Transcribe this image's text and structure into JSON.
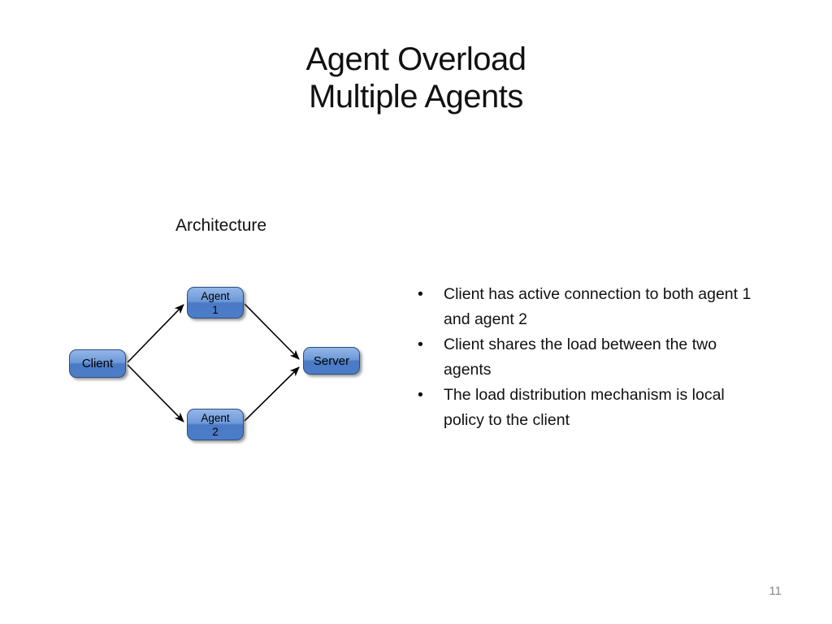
{
  "slide": {
    "title": {
      "line1": "Agent Overload",
      "line2": "Multiple Agents"
    },
    "architecture_label": "Architecture",
    "diagram": {
      "nodes": {
        "client": {
          "label": "Client"
        },
        "agent1": {
          "line1": "Agent",
          "line2": "1"
        },
        "agent2": {
          "line1": "Agent",
          "line2": "2"
        },
        "server": {
          "label": "Server"
        }
      },
      "edges": [
        {
          "from": "client",
          "to": "agent1"
        },
        {
          "from": "client",
          "to": "agent2"
        },
        {
          "from": "agent1",
          "to": "server"
        },
        {
          "from": "agent2",
          "to": "server"
        }
      ]
    },
    "bullet_char": "•",
    "bullets": [
      "Client has active connection to both agent 1 and agent 2",
      "Client shares the load between the two agents",
      "The load distribution mechanism is local policy to the client"
    ],
    "page_number": "11",
    "colors": {
      "background": "#ffffff",
      "text": "#111111",
      "node_fill_top": "#93b6e9",
      "node_fill_bottom": "#4d7dc9",
      "node_border": "#2b4d7e",
      "arrow": "#000000",
      "page_number": "#8a8a8a"
    }
  }
}
